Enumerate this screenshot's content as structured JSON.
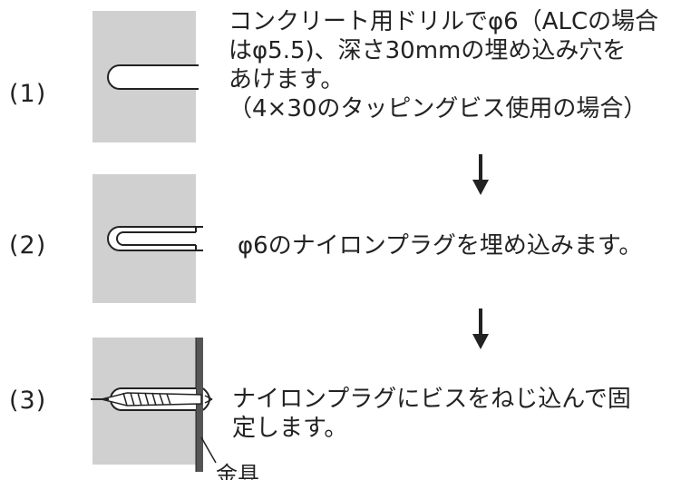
{
  "steps": [
    {
      "number": "(1)",
      "lines": [
        "コンクリート用ドリルでφ6（ALCの場合",
        "はφ5.5)、深さ30mmの埋め込み穴を",
        "あけます。",
        "（4×30のタッピングビス使用の場合）"
      ]
    },
    {
      "number": "(2)",
      "lines": [
        "φ6のナイロンプラグを埋め込みます。"
      ]
    },
    {
      "number": "(3)",
      "lines": [
        "ナイロンプラグにビスをねじ込んで固",
        "定します。"
      ],
      "bracket_label": "金具"
    }
  ],
  "colors": {
    "wall": "#d0d0d0",
    "hole": "#ffffff",
    "line": "#222222"
  },
  "icons": [
    "down-arrow-icon",
    "down-arrow-icon"
  ]
}
